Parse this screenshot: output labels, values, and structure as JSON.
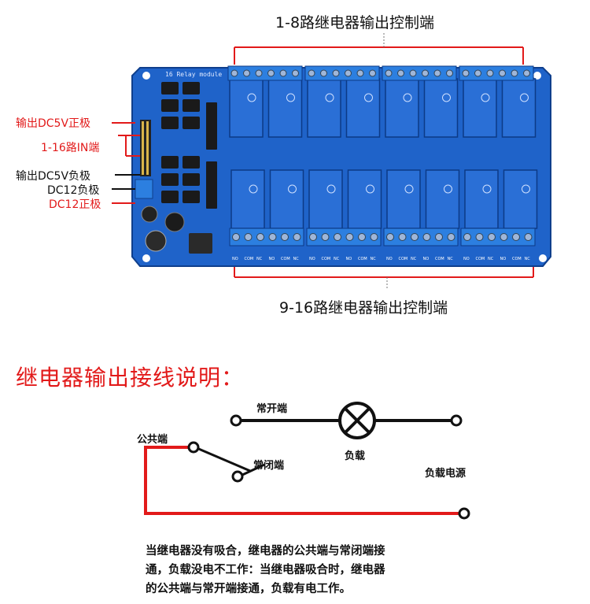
{
  "annotations": {
    "top_title": "1-8路继电器输出控制端",
    "bottom_title": "9-16路继电器输出控制端",
    "left_labels": [
      {
        "text": "输出DC5V正极",
        "color": "#e21a1a"
      },
      {
        "text": "1-16路IN端",
        "color": "#e21a1a"
      },
      {
        "text": "输出DC5V负极",
        "color": "#111111"
      },
      {
        "text": "DC12负极",
        "color": "#111111"
      },
      {
        "text": "DC12正极",
        "color": "#e21a1a"
      }
    ]
  },
  "board": {
    "module_label": "16 Relay module",
    "pcb_color": "#1f63c9",
    "relay_color": "#2a6fd6",
    "terminal_color": "#2c7fe0",
    "terminal_pin_labels": [
      "NO",
      "COM",
      "NC"
    ]
  },
  "wiring": {
    "title": "继电器输出接线说明：",
    "labels": {
      "common": "公共端",
      "normally_open": "常开端",
      "normally_closed": "常闭端",
      "load": "负载",
      "load_power": "负载电源"
    },
    "description_lines": [
      "当继电器没有吸合，继电器的公共端与常闭端接",
      "通，负载没电不工作：当继电器吸合时，继电器",
      "的公共端与常开端接通，负载有电工作。"
    ],
    "wire_red": "#e21a1a"
  }
}
